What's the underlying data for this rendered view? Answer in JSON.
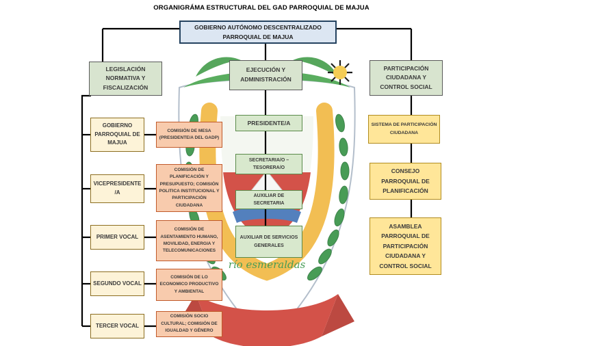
{
  "title": "ORGANIGRÁMA ESTRUCTURAL DEL GAD PARROQUIAL DE MAJUA",
  "root": {
    "label": "GOBIERNO AUTÓNOMO DESCENTRALIZADO PARROQUIAL DE MAJUA"
  },
  "branches": {
    "legislacion": {
      "label": "LEGISLACIÓN NORMATIVA Y FISCALIZACIÓN"
    },
    "ejecucion": {
      "label": "EJECUCIÓN Y ADMINISTRACIÓN"
    },
    "participacion": {
      "label": "PARTICIPACIÓN CIUDADANA Y CONTROL SOCIAL"
    }
  },
  "legislacion_members": [
    {
      "label": "GOBIERNO PARROQUIAL DE MAJUA",
      "comision": "COMISIÓN DE MESA (PRESIDENTE/A DEL GADP)"
    },
    {
      "label": "VICEPRESIDENTE/A",
      "comision": "COMISIÓN DE PLANIFICACIÓN Y PRESUPUESTO; COMISIÓN POLITICA INSTITUCIONAL Y PARTICIPACIÓN CIUDADANA"
    },
    {
      "label": "PRIMER VOCAL",
      "comision": "COMISIÓN DE ASENTAMIENTO HUMANO, MOVILIDAD, ENERGIA Y TELECOMUNICACIONES"
    },
    {
      "label": "SEGUNDO VOCAL",
      "comision": "COMISIÓN DE LO ECONOMICO PRODUCTIVO Y AMBIENTAL"
    },
    {
      "label": "TERCER VOCAL",
      "comision": "COMISIÓN SOCIO CULTURAL; COMISIÓN DE IGUALDAD Y GÉNERO"
    }
  ],
  "ejecucion_members": [
    {
      "label": "PRESIDENTE/A"
    },
    {
      "label": "SECRETARIA/O – TESORERA/O"
    },
    {
      "label": "AUXILIAR DE SECRETARIA"
    },
    {
      "label": "AUXILIAR DE SERVICIOS GENERALES"
    }
  ],
  "participacion_members": [
    {
      "label": "SISTEMA DE PARTICIPACIÓN CIUDADANA"
    },
    {
      "label": "CONSEJO PARROQUIAL DE PLANIFICACIÓN"
    },
    {
      "label": "ASAMBLEA PARROQUIAL DE PARTICIPACIÓN CIUDADANA Y CONTROL SOCIAL"
    }
  ],
  "watermark": {
    "text": "río esmeraldas"
  },
  "colors": {
    "root_fill": "#dce6f2",
    "branch_fill": "#d8e4cf",
    "member_fill": "#fdf3d8",
    "comision_fill": "#f8cbad",
    "exec_fill": "#d8e8cd",
    "participacion_fill": "#ffe699",
    "line": "#000000",
    "crest_green": "#2f8f3f",
    "crest_gold": "#f1b63c",
    "crest_red": "#cd3b31"
  }
}
